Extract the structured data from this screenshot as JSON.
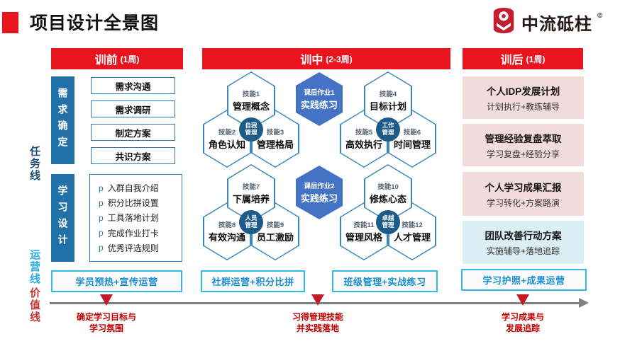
{
  "title": "项目设计全景图",
  "logo": {
    "name": "中流砥柱",
    "registered": "©"
  },
  "rails": {
    "task": "任务线",
    "operation": "运营线",
    "value": "价值线"
  },
  "columns": {
    "pre": {
      "header": {
        "main": "训前",
        "sub": "(1周)"
      },
      "section1": {
        "tab": "需求确定",
        "items": [
          "需求沟通",
          "需求调研",
          "制定方案",
          "共识方案"
        ]
      },
      "section2": {
        "tab": "学习设计",
        "bullet": "p",
        "items": [
          "入群自我介绍",
          "积分比拼设置",
          "工具落地计划",
          "完成作业打卡",
          "优秀评选规则"
        ]
      },
      "footer": "学员预热+宣传运营"
    },
    "mid": {
      "header": {
        "main": "训中",
        "sub": "(2-3周)"
      },
      "clusters": [
        {
          "category": {
            "line1": "自我",
            "line2": "管理"
          },
          "top": {
            "num": "技能1",
            "name": "管理概念"
          },
          "left": {
            "num": "技能2",
            "name": "角色认知"
          },
          "right": {
            "num": "技能3",
            "name": "管理格局"
          }
        },
        {
          "category": {
            "line1": "工作",
            "line2": "管理"
          },
          "top": {
            "num": "技能4",
            "name": "目标计划"
          },
          "left": {
            "num": "技能5",
            "name": "高效执行"
          },
          "right": {
            "num": "技能6",
            "name": "时间管理"
          }
        },
        {
          "category": {
            "line1": "人员",
            "line2": "管理"
          },
          "top": {
            "num": "技能7",
            "name": "下属培养"
          },
          "left": {
            "num": "技能8",
            "name": "有效沟通"
          },
          "right": {
            "num": "技能9",
            "name": "员工激励"
          }
        },
        {
          "category": {
            "line1": "卓越",
            "line2": "管理"
          },
          "top": {
            "num": "技能10",
            "name": "修炼心态"
          },
          "left": {
            "num": "技能11",
            "name": "管理风格"
          },
          "right": {
            "num": "技能12",
            "name": "人才管理"
          }
        }
      ],
      "homework": [
        {
          "line1": "课后作业1",
          "line2": "实践练习"
        },
        {
          "line1": "课后作业2",
          "line2": "实践练习"
        }
      ],
      "footer1": "社群运营+积分比拼",
      "footer2": "班级管理+实战练习"
    },
    "post": {
      "header": {
        "main": "训后",
        "sub": "(1周)"
      },
      "cards": [
        {
          "title": "个人IDP发展计划",
          "subtitle": "计划执行+教练辅导"
        },
        {
          "title": "管理经验复盘萃取",
          "subtitle": "学习复盘+经验分享"
        },
        {
          "title": "个人学习成果汇报",
          "subtitle": "学习转化+方案路演"
        },
        {
          "title": "团队改善行动方案",
          "subtitle": "实施辅导+落地追踪"
        }
      ],
      "footer": "学习护照+成果运营"
    }
  },
  "timeline": {
    "milestones": [
      {
        "line1": "确定学习目标与",
        "line2": "学习氛围"
      },
      {
        "line1": "习得管理技能",
        "line2": "并实践落地"
      },
      {
        "line1": "学习成果与",
        "line2": "发展追踪"
      }
    ]
  },
  "colors": {
    "header_red": "#e8141e",
    "brand_red": "#c22032",
    "tab_blue": "#2170a8",
    "hex_border_blue": "#3a87bd",
    "homework_blue": "#4472c4",
    "circle_navy": "#1d5b88",
    "cyan_border": "#2fbbe6",
    "footer_text_blue": "#1a8fd1",
    "card_pink": "#f2dcdb",
    "card_lightblue": "#daeef3",
    "milestone_red": "#c00000",
    "arrow_gray": "#808080",
    "rail_task_blue": "#1f4e79",
    "rail_operation_cyan": "#29abe2",
    "rail_value_red": "#c23535"
  }
}
